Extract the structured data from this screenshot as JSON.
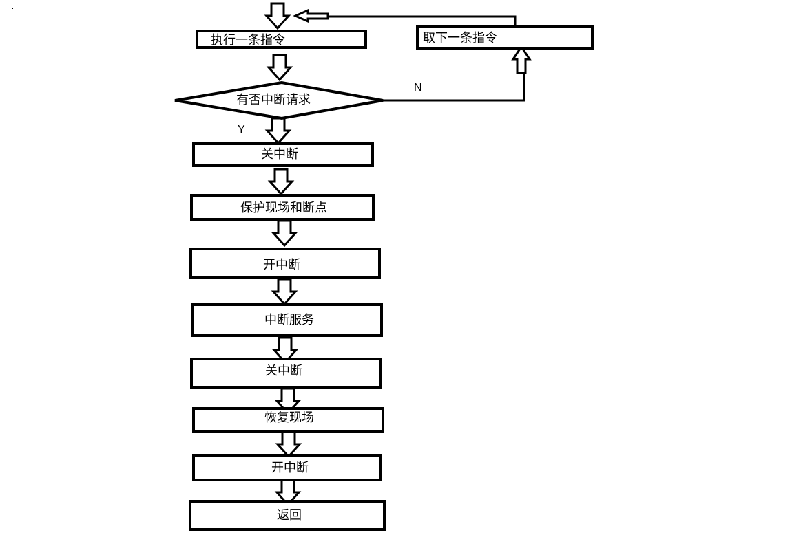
{
  "diagram": {
    "nodes": {
      "exec": "执行一条指令",
      "fetch_next": "取下一条指令",
      "decision": "有否中断请求",
      "close_int_1": "关中断",
      "save_context": "保护现场和断点",
      "open_int_1": "开中断",
      "service": "中断服务",
      "close_int_2": "关中断",
      "restore": "恢复现场",
      "open_int_2": "开中断",
      "return": "返回"
    },
    "edge_labels": {
      "yes": "Y",
      "no": "N"
    }
  }
}
